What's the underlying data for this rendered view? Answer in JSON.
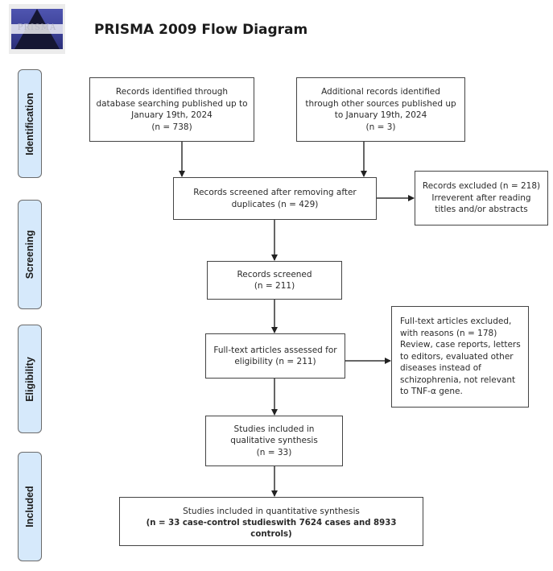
{
  "header": {
    "logo_text": "PRISMA",
    "title": "PRISMA 2009 Flow Diagram"
  },
  "phases": [
    {
      "label": "Identification"
    },
    {
      "label": "Screening"
    },
    {
      "label": "Eligibility"
    },
    {
      "label": "Included"
    }
  ],
  "boxes": {
    "database_records": {
      "lines": [
        "Records identified through",
        "database searching published up to",
        "January 19th, 2024",
        "(n = 738)"
      ]
    },
    "other_sources": {
      "lines": [
        "Additional records identified",
        "through other sources published up",
        "to January 19th, 2024",
        "(n = 3)"
      ]
    },
    "screened_after_duplicates": {
      "lines": [
        "Records screened after removing after",
        "duplicates (n = 429)"
      ]
    },
    "records_excluded": {
      "lines": [
        "Records excluded (n = 218)",
        "Irreverent after reading",
        "titles and/or abstracts"
      ]
    },
    "records_screened": {
      "lines": [
        "Records screened",
        "(n = 211)"
      ]
    },
    "fulltext_assessed": {
      "lines": [
        "Full-text articles assessed for",
        "eligibility (n = 211)"
      ]
    },
    "fulltext_excluded": {
      "lines": [
        "Full-text articles excluded,",
        "with reasons (n = 178)",
        "Review, case reports, letters",
        "to editors, evaluated other",
        "diseases instead of",
        "schizophrenia, not relevant",
        "to TNF-α gene."
      ]
    },
    "qualitative": {
      "lines": [
        "Studies included in",
        "qualitative synthesis",
        "(n = 33)"
      ]
    },
    "quantitative": {
      "lines": [
        "Studies included in quantitative synthesis",
        "(n = 33 case-control studieswith 7624 cases and 8933 controls)"
      ]
    }
  },
  "colors": {
    "phase_fill": "#d6e9fb",
    "border": "#444444",
    "title": "#1b1b1b"
  }
}
